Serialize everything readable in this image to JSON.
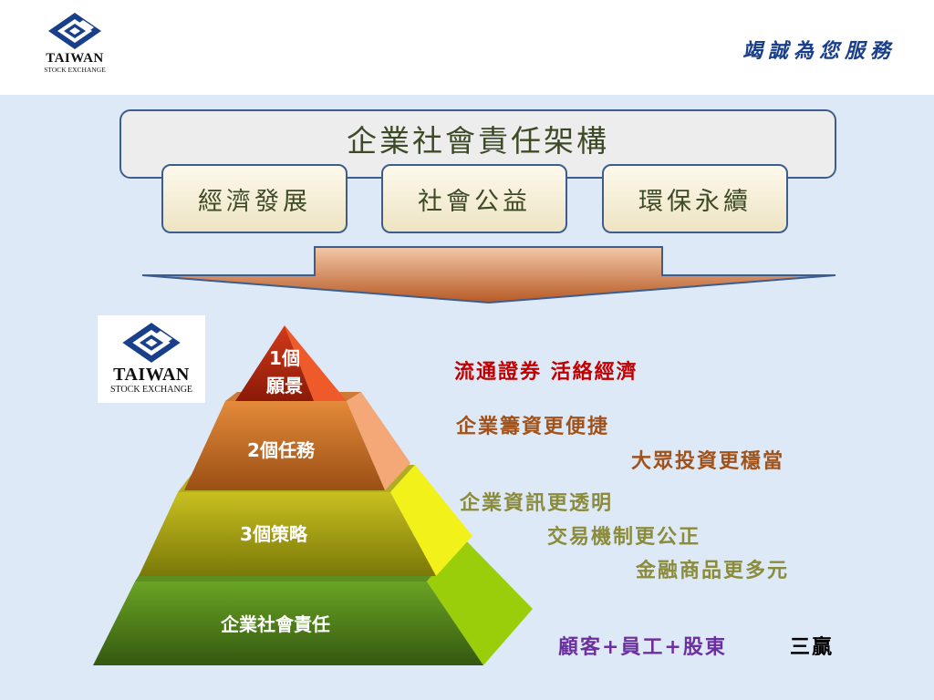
{
  "header": {
    "logo": {
      "name": "TAIWAN",
      "subtitle": "STOCK EXCHANGE"
    },
    "slogan": "竭誠為您服務"
  },
  "framework": {
    "title": "企業社會責任架構",
    "pillars": [
      "經濟發展",
      "社會公益",
      "環保永續"
    ]
  },
  "pyramid": {
    "levels": [
      {
        "line1": "1個",
        "line2": "願景"
      },
      {
        "text": "2個任務"
      },
      {
        "text": "3個策略"
      },
      {
        "text": "企業社會責任"
      }
    ]
  },
  "descriptions": {
    "vision": "流通證券  活絡經濟",
    "missions": [
      "企業籌資更便捷",
      "大眾投資更穩當"
    ],
    "strategies": [
      "企業資訊更透明",
      "交易機制更公正",
      "金融商品更多元"
    ],
    "csr_parties": "顧客+員工+股東",
    "csr_result": "三贏"
  },
  "colors": {
    "navy": "#1a3f8a",
    "vision_text": "#c00000",
    "mission_text": "#a0521a",
    "strategy_text": "#8b8b3c",
    "csr_parties_text": "#6b2fa0",
    "csr_result_text": "#000000"
  }
}
